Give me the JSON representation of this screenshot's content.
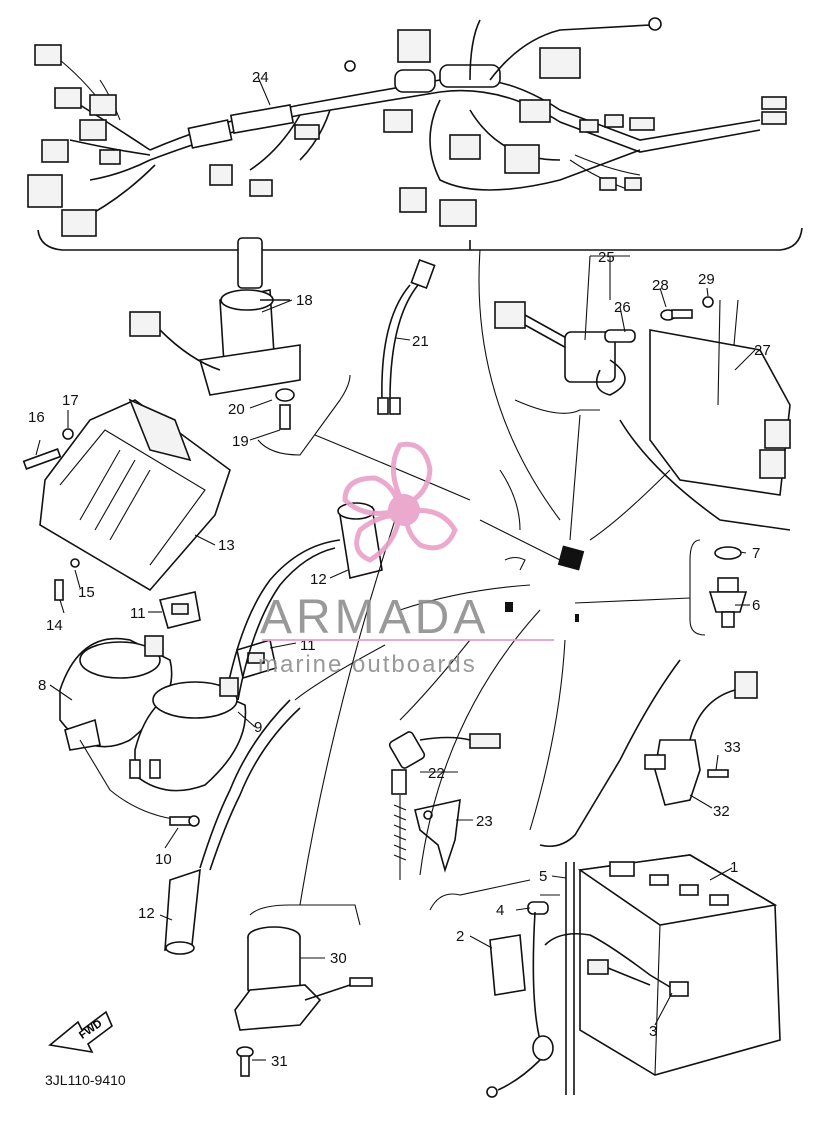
{
  "diagram": {
    "code": "3JL110-9410",
    "fwd_label": "FWD",
    "callouts": {
      "c1": "1",
      "c2": "2",
      "c3": "3",
      "c4": "4",
      "c5": "5",
      "c6": "6",
      "c7": "7",
      "c8": "8",
      "c9": "9",
      "c10": "10",
      "c11a": "11",
      "c11b": "11",
      "c12a": "12",
      "c12b": "12",
      "c13": "13",
      "c14": "14",
      "c15": "15",
      "c16": "16",
      "c17": "17",
      "c18": "18",
      "c19": "19",
      "c20": "20",
      "c21": "21",
      "c22": "22",
      "c23": "23",
      "c24": "24",
      "c25": "25",
      "c26": "26",
      "c27": "27",
      "c28": "28",
      "c29": "29",
      "c30": "30",
      "c31": "31",
      "c32": "32",
      "c33": "33"
    }
  },
  "watermark": {
    "brand": "ARMADA",
    "tagline": "marine outboards",
    "colors": {
      "pink": "#e8a0c8",
      "gray": "#8f8f8f"
    }
  }
}
